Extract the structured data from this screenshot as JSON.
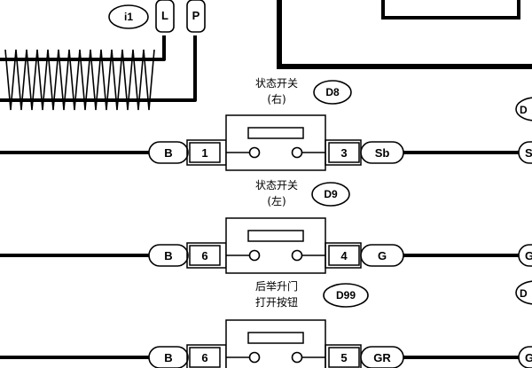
{
  "header": {
    "connector_tag": "i1",
    "terminals": [
      "L",
      "P"
    ]
  },
  "switches": [
    {
      "title_line1": "状态开关",
      "title_line2": "(右)",
      "connector": "D8",
      "left_pin": "1",
      "left_color": "B",
      "right_pin": "3",
      "right_color": "Sb"
    },
    {
      "title_line1": "状态开关",
      "title_line2": "(左)",
      "connector": "D9",
      "left_pin": "6",
      "left_color": "B",
      "right_pin": "4",
      "right_color": "G"
    },
    {
      "title_line1": "后举升门",
      "title_line2": "打开按钮",
      "connector": "D99",
      "left_pin": "6",
      "left_color": "B",
      "right_pin": "5",
      "right_color": "GR"
    }
  ],
  "right_edge": {
    "wire_letters": [
      "S",
      "G",
      "G"
    ],
    "connector_letters": [
      "D",
      "D"
    ]
  }
}
